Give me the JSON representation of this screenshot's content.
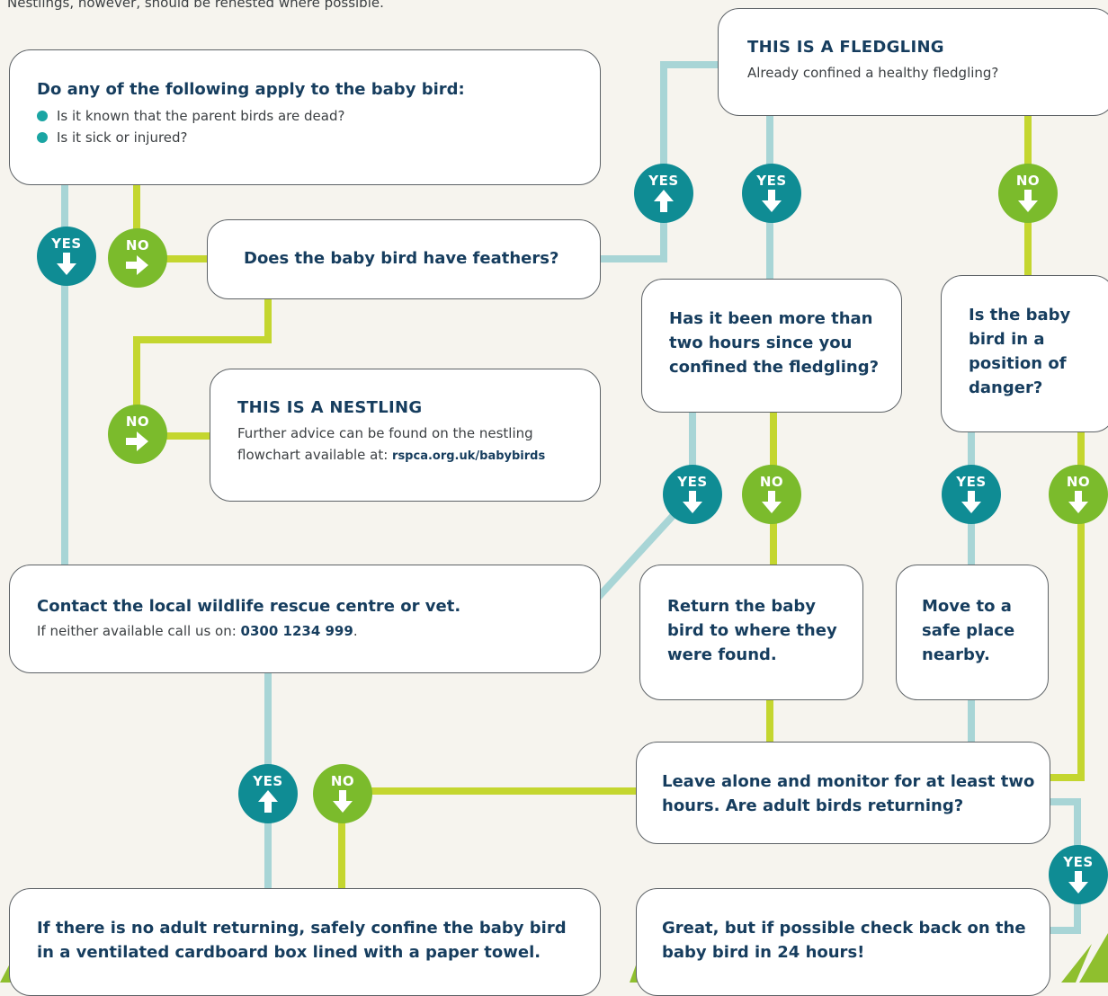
{
  "intro": "Nestlings, however, should be renested where possible.",
  "badges": {
    "yes": "YES",
    "no": "NO"
  },
  "colors": {
    "teal_line": "#a8d5d6",
    "green_line": "#c4d62f",
    "yes_badge": "#0f8c94",
    "no_badge": "#7bbb2c",
    "heading": "#163d5e"
  },
  "nodes": {
    "apply": {
      "question": "Do any of the following apply to the baby bird:",
      "items": [
        "Is it known that the parent birds are dead?",
        "Is it sick or injured?"
      ]
    },
    "feathers": {
      "question": "Does the baby bird have feathers?"
    },
    "nestling": {
      "title": "THIS IS A NESTLING",
      "text": "Further advice can be found on the nestling flowchart available at: ",
      "link": "rspca.org.uk/babybirds"
    },
    "fledgling": {
      "title": "THIS IS A FLEDGLING",
      "text": "Already confined a healthy fledgling?"
    },
    "two_hours": {
      "question": "Has it been more than two hours since you confined the fledgling?"
    },
    "danger": {
      "question": "Is the baby bird in a position of danger?"
    },
    "contact": {
      "question": "Contact the local wildlife rescue centre or vet.",
      "text": "If neither available call us on: ",
      "phone": "0300 1234 999",
      "text_end": "."
    },
    "return": {
      "question": "Return the baby bird to where they were found."
    },
    "move": {
      "question": "Move to a safe place nearby."
    },
    "monitor": {
      "question": "Leave alone and monitor for at least two hours. Are adult birds returning?"
    },
    "confine": {
      "question": "If there is no adult returning, safely confine the baby bird in a ventilated cardboard box lined with a paper towel."
    },
    "great": {
      "question": "Great, but if possible check back on the baby bird in 24 hours!"
    }
  }
}
